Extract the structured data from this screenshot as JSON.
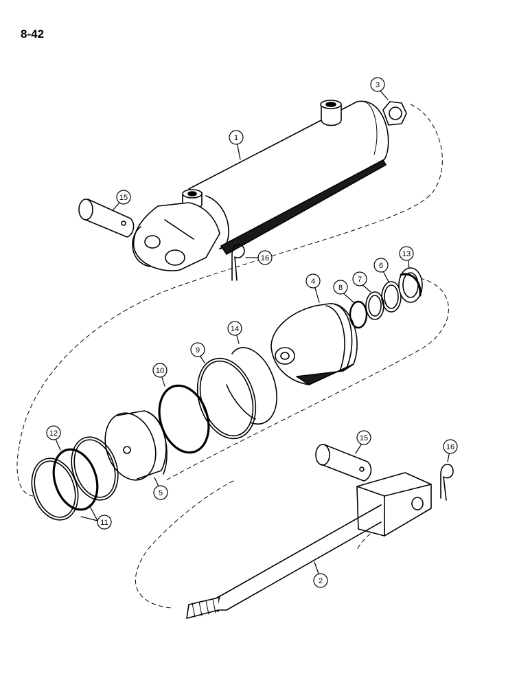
{
  "page": {
    "number": "8-42"
  },
  "colors": {
    "ink": "#000000",
    "paper": "#ffffff",
    "shade": "#1a1a1a"
  },
  "callouts": {
    "c1": "1",
    "c2": "2",
    "c3": "3",
    "c4": "4",
    "c5": "5",
    "c6": "6",
    "c7": "7",
    "c8": "8",
    "c9": "9",
    "c10": "10",
    "c11": "11",
    "c12": "12",
    "c13": "13",
    "c14": "14",
    "c15a": "15",
    "c15b": "15",
    "c16a": "16",
    "c16b": "16"
  }
}
